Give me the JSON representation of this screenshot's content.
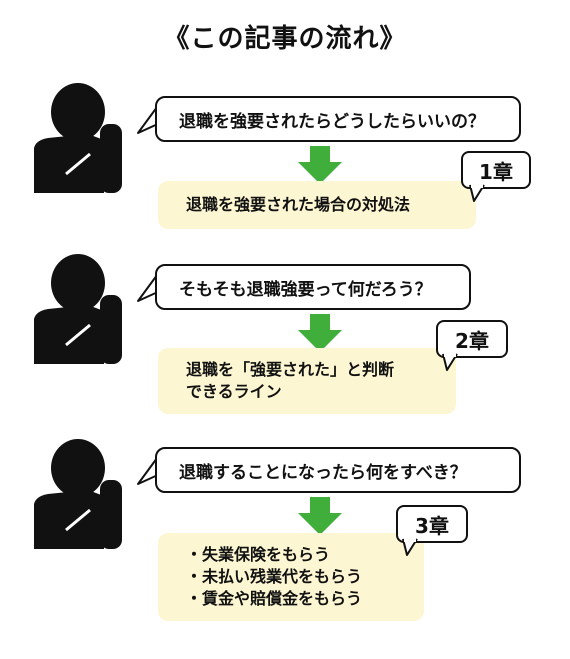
{
  "title": "《この記事の流れ》",
  "colors": {
    "arrow": "#3fae3a",
    "answer_bg": "#fcf6d2",
    "ink": "#111111"
  },
  "icons": {
    "person": "thinking-person-silhouette-icon",
    "arrow": "arrow-down-icon"
  },
  "sections": [
    {
      "question": "退職を強要されたらどうしたらいいの？",
      "answer_lines": [
        "退職を強要された場合の対処法"
      ],
      "chapter": "1章"
    },
    {
      "question": "そもそも退職強要って何だろう？",
      "answer_lines": [
        "退職を「強要された」と判断",
        "できるライン"
      ],
      "chapter": "2章"
    },
    {
      "question": "退職することになったら何をすべき？",
      "answer_items": [
        "・失業保険をもらう",
        "・未払い残業代をもらう",
        "・賃金や賠償金をもらう"
      ],
      "chapter": "3章"
    }
  ]
}
